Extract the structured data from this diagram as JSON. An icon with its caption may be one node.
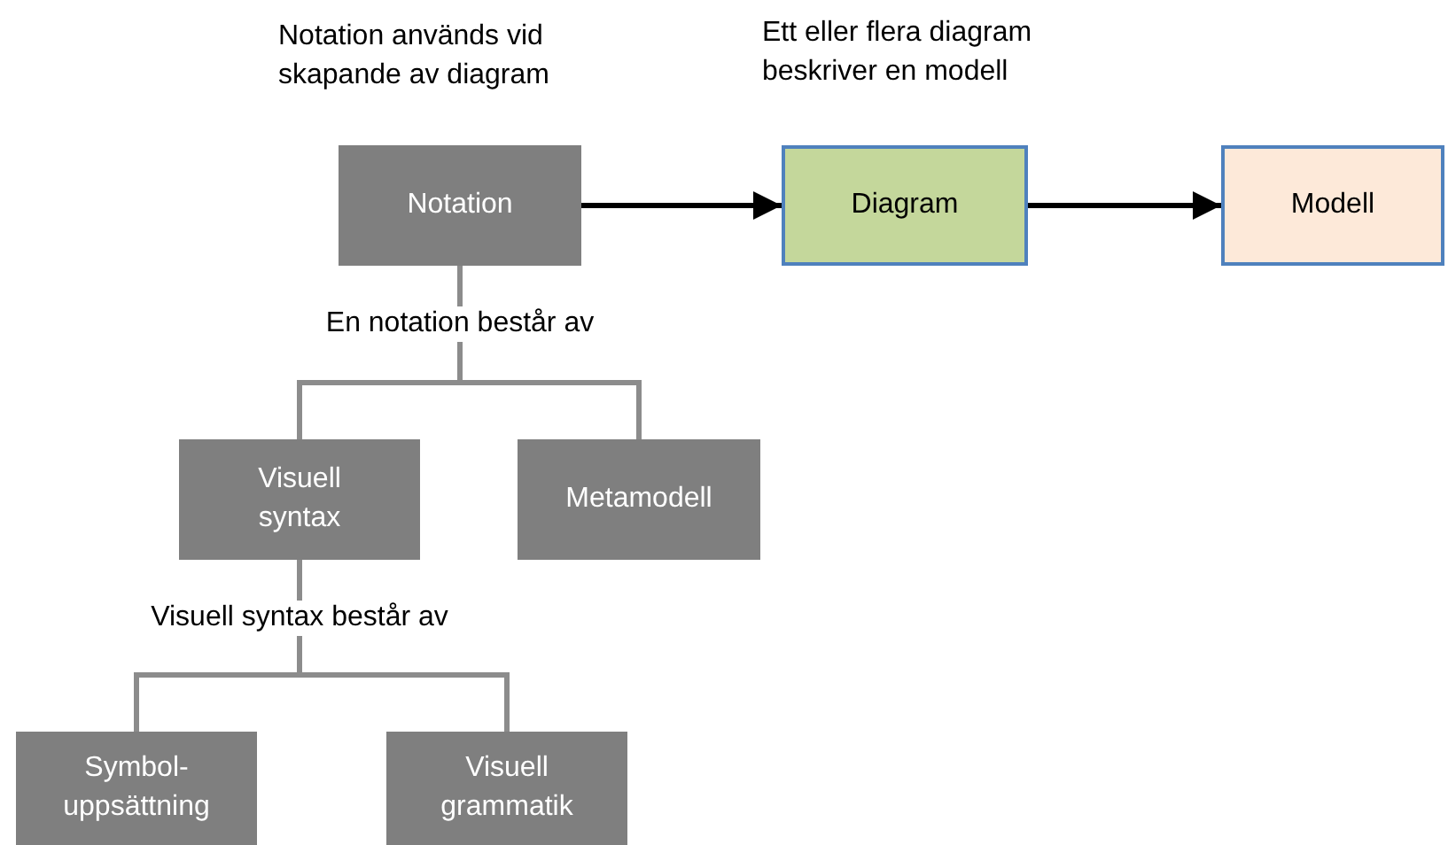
{
  "diagram": {
    "nodes": [
      {
        "text": [
          "Notation"
        ]
      },
      {
        "text": [
          "Diagram"
        ]
      },
      {
        "text": [
          "Modell"
        ]
      },
      {
        "text": [
          "Visuell syntax"
        ]
      },
      {
        "text": [
          "Metamodell"
        ]
      },
      {
        "text": [
          "Symbol- uppsättning"
        ]
      },
      {
        "text": [
          "Visuell grammatik"
        ]
      }
    ],
    "edges": [
      {
        "from": 0,
        "to": 1,
        "arrow": "to",
        "color": "#000000"
      },
      {
        "from": 1,
        "to": 2,
        "arrow": "to",
        "color": "#000000"
      },
      {
        "from": 0,
        "to": 3,
        "arrow": "none",
        "label": "En notation består av"
      },
      {
        "from": 0,
        "to": 4,
        "arrow": "none"
      },
      {
        "from": 3,
        "to": 5,
        "arrow": "none",
        "label": "Visuell syntax består av"
      },
      {
        "from": 3,
        "to": 6,
        "arrow": "none"
      }
    ],
    "labels": [
      "Notation används vid skapande av diagram",
      "Ett eller flera diagram beskriver en modell"
    ]
  }
}
